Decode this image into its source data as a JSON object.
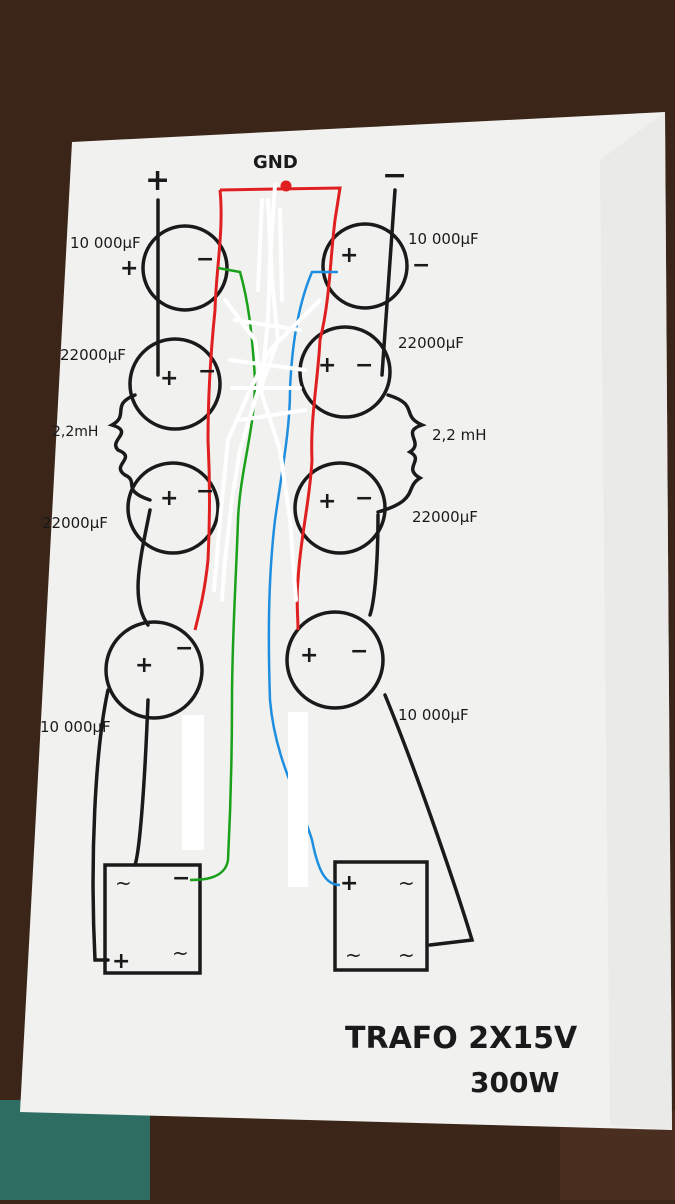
{
  "labels": {
    "gnd": "GND",
    "plus_top": "+",
    "minus_top": "−",
    "cap_left_1": "10 000µF",
    "cap_right_1": "10 000µF",
    "cap_left_2": "22000µF",
    "cap_right_2": "22000µF",
    "ind_left": "2,2mH",
    "ind_right": "2,2 mH",
    "cap_left_3": "22000µF",
    "cap_right_3": "22000µF",
    "cap_left_4": "10 000µF",
    "cap_right_4": "10 000µF",
    "trafo_line1": "TRAFO 2X15V",
    "trafo_line2": "300W",
    "plus": "+",
    "minus": "−",
    "tilde": "~"
  },
  "colors": {
    "ink": "#1a1a1a",
    "paper": "#f1f1ef",
    "wire_red": "#e02020",
    "wire_green": "#1aa01a",
    "wire_blue": "#1e8fe0",
    "wire_white": "#ffffff",
    "background_wood": "#3a2518",
    "background_teal": "#2e6e62"
  }
}
